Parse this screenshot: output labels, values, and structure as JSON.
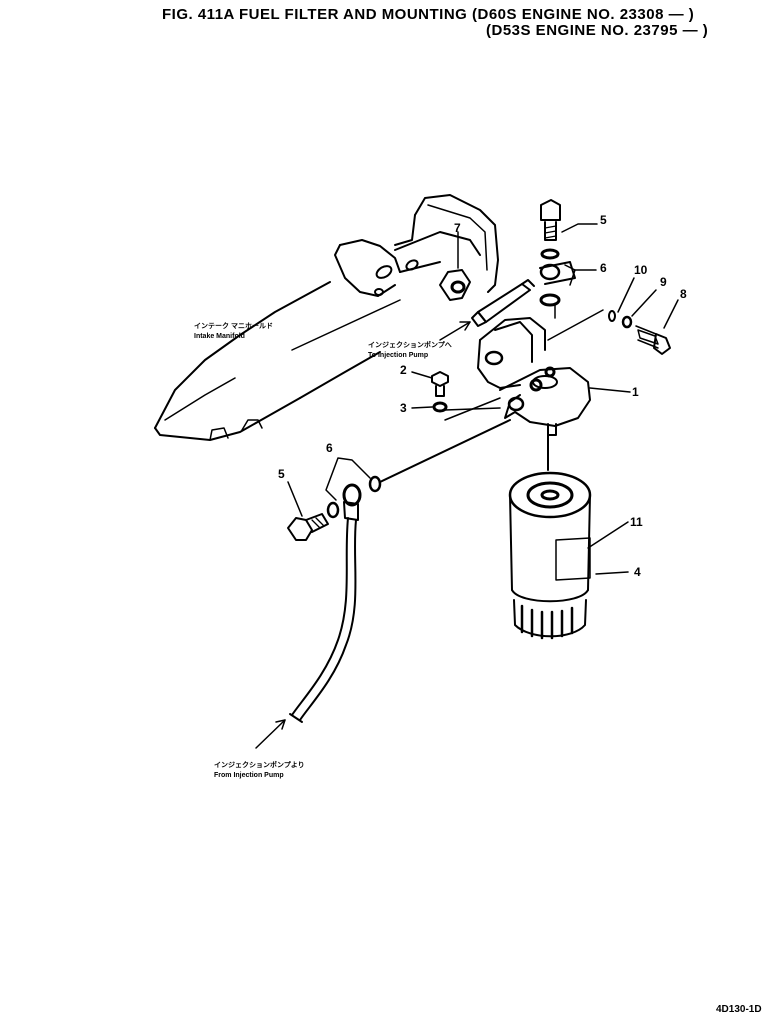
{
  "title": {
    "line1": "FIG. 411A  FUEL  FILTER  AND  MOUNTING  (D60S  ENGINE  NO.  23308 — )",
    "line2": "(D53S  ENGINE  NO.  23795 — )"
  },
  "annotations": {
    "intake_jp": "インテーク マニホールド",
    "intake_en": "Intake Manifold",
    "to_pump_jp": "インジェクションポンプへ",
    "to_pump_en": "To Injection Pump",
    "from_pump_jp": "インジェクションポンプより",
    "from_pump_en": "From Injection Pump"
  },
  "part_numbers": {
    "p1": "1",
    "p2": "2",
    "p3": "3",
    "p4": "4",
    "p5a": "5",
    "p5b": "5",
    "p6a": "6",
    "p6b": "6",
    "p7": "7",
    "p8": "8",
    "p9": "9",
    "p10": "10",
    "p11": "11"
  },
  "drawing_code": "4D130-1D"
}
